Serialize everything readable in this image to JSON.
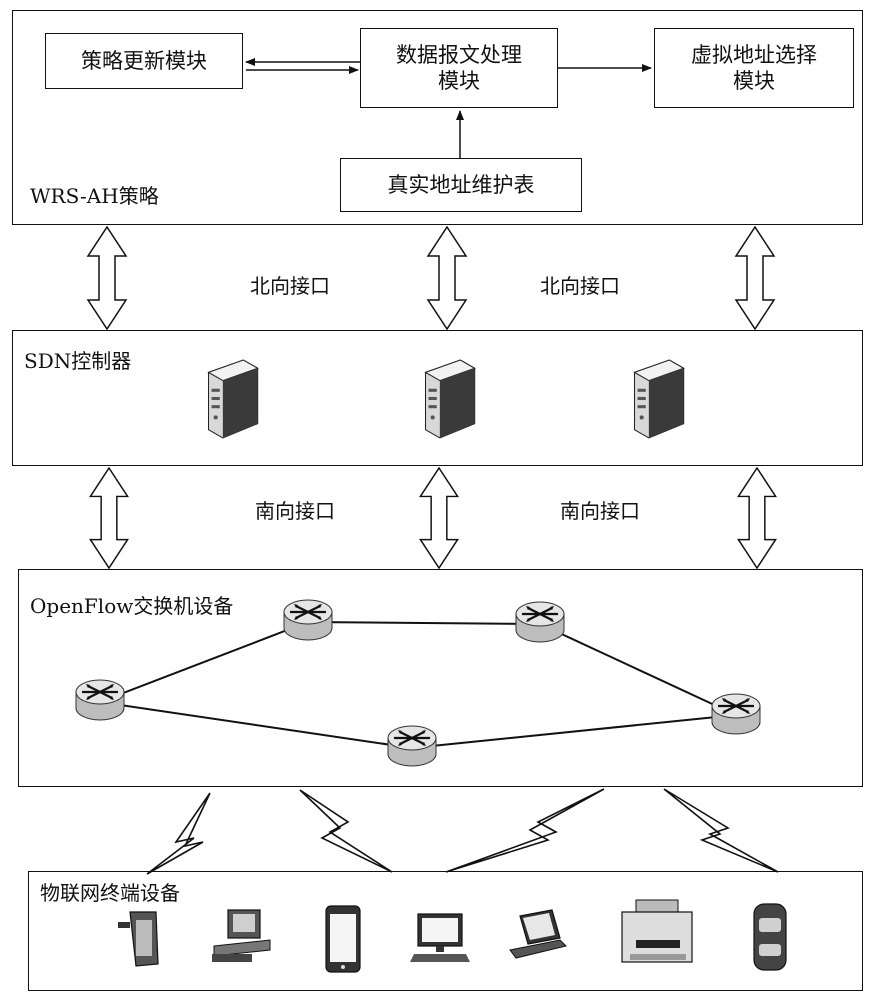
{
  "strategy": {
    "label": "WRS-AH策略",
    "modules": {
      "policy_update": "策略更新模块",
      "packet_processing": "数据报文处理\n模块",
      "virtual_address": "虚拟地址选择\n模块",
      "real_address_table": "真实地址维护表"
    }
  },
  "interfaces": {
    "northbound": [
      "北向接口",
      "北向接口"
    ],
    "southbound": [
      "南向接口",
      "南向接口"
    ]
  },
  "controller": {
    "label": "SDN控制器",
    "server_icons": [
      "server-icon",
      "server-icon",
      "server-icon"
    ]
  },
  "switch_layer": {
    "label": "OpenFlow交换机设备",
    "switch_icon": "router-icon"
  },
  "terminal_layer": {
    "label": "物联网终端设备",
    "devices": [
      "handheld-terminal-icon",
      "desktop-computer-icon",
      "smartphone-icon",
      "monitor-icon",
      "laptop-icon",
      "printer-icon",
      "car-icon"
    ]
  }
}
